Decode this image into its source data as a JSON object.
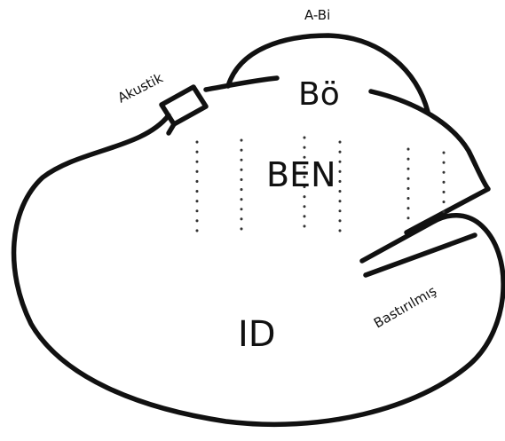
{
  "labels": {
    "preconscious": "A-Bi",
    "acoustic": "Akustik",
    "perception_consciousness": "Bö",
    "ego": "BEN",
    "repressed": "Bastırılmış",
    "id": "ID"
  },
  "colors": {
    "outline": "#111111",
    "dots": "#333333",
    "background": "#ffffff"
  }
}
